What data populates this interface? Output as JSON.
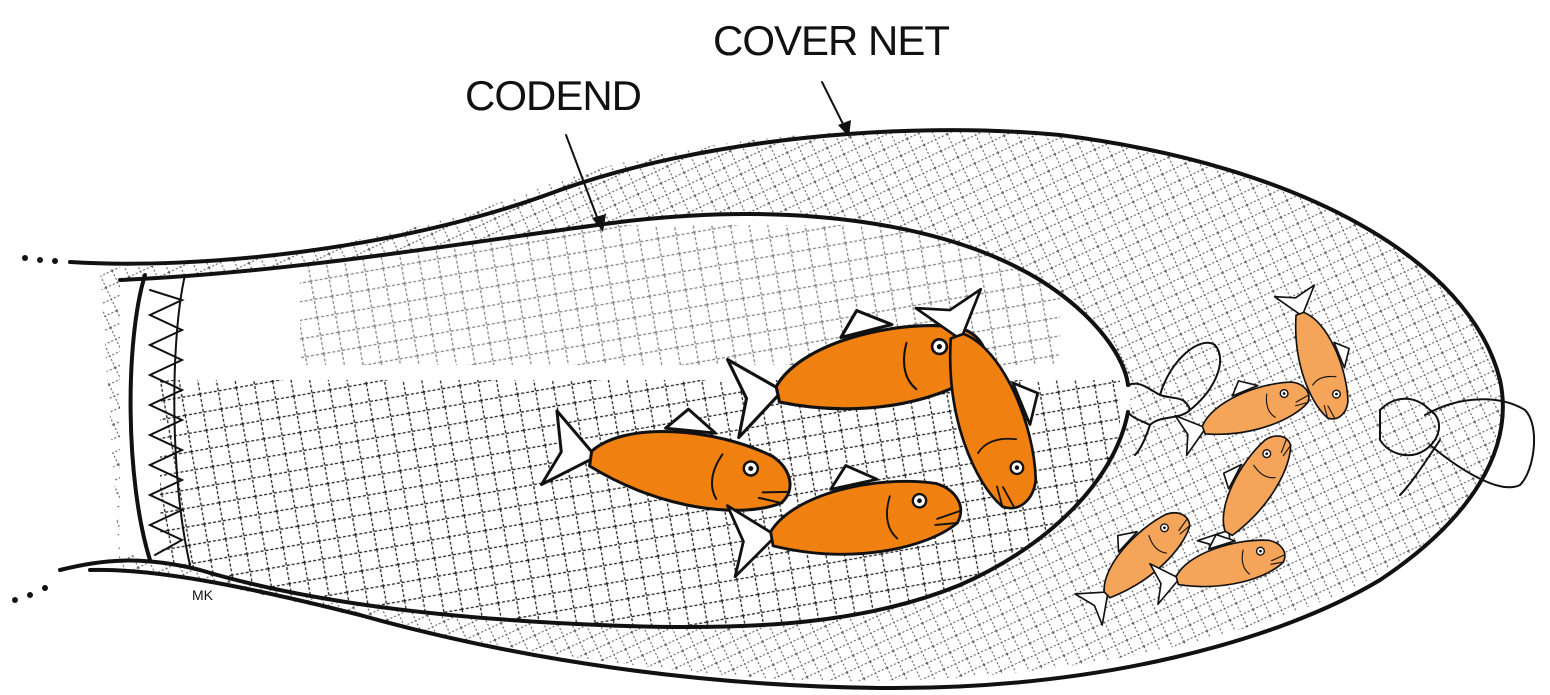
{
  "labels": {
    "cover_net": "COVER NET",
    "codend": "CODEND",
    "signature": "MK"
  },
  "colors": {
    "fish_retained": "#f08010",
    "fish_escaped": "#f5a55a",
    "line": "#111111",
    "background": "#ffffff"
  },
  "fish": {
    "retained_count": 4,
    "escaped_count": 5
  }
}
